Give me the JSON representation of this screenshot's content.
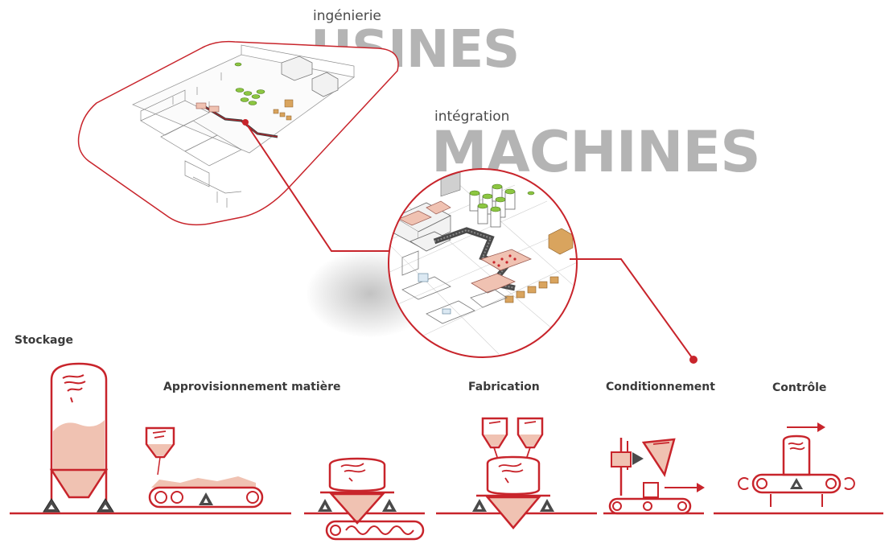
{
  "header": {
    "usines_small": "ingénierie",
    "usines_big": "USINES",
    "machines_small": "intégration",
    "machines_big": "MACHINES"
  },
  "stages": [
    {
      "id": "stockage",
      "label": "Stockage"
    },
    {
      "id": "approvisionnement",
      "label": "Approvisionnement matière"
    },
    {
      "id": "fabrication",
      "label": "Fabrication"
    },
    {
      "id": "conditionnement",
      "label": "Conditionnement"
    },
    {
      "id": "controle",
      "label": "Contrôle"
    }
  ],
  "colors": {
    "accent": "#c8242b",
    "fill_light": "#f0c2b2",
    "heading_grey": "#b4b4b4",
    "tank_green": "#8cc641",
    "box_tan": "#d9a45e"
  }
}
